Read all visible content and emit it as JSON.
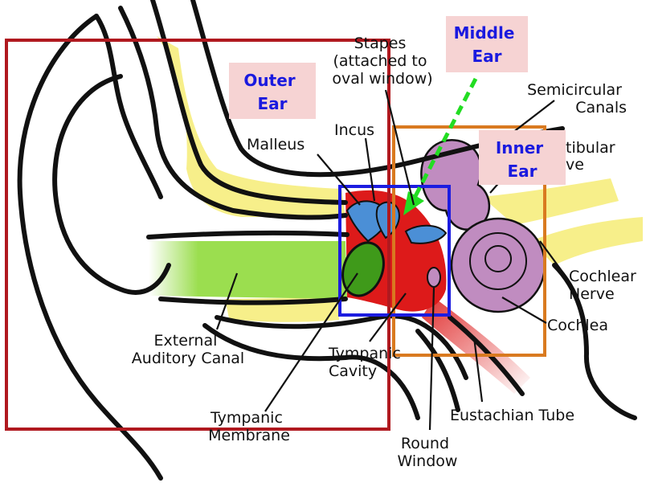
{
  "regions": {
    "outer": {
      "title_lines": [
        "Outer",
        "Ear"
      ],
      "color": "#b0191f"
    },
    "middle": {
      "title_lines": [
        "Middle",
        "Ear"
      ],
      "color": "#1c1ce0"
    },
    "inner": {
      "title_lines": [
        "Inner",
        "Ear"
      ],
      "color": "#d97a20"
    }
  },
  "labels": {
    "stapes": [
      "Stapes",
      "(attached to",
      "oval window)"
    ],
    "incus": "Incus",
    "malleus": "Malleus",
    "semicircular": [
      "Semicircular",
      "Canals"
    ],
    "vestibular": [
      "tibular",
      "ve"
    ],
    "cochlear_nerve": [
      "Cochlear",
      "Nerve"
    ],
    "cochlea": "Cochlea",
    "external_canal": [
      "External",
      "Auditory Canal"
    ],
    "tympanic_cavity": [
      "Tympanic",
      "Cavity"
    ],
    "tympanic_membrane": [
      "Tympanic",
      "Membrane"
    ],
    "eustachian": "Eustachian Tube",
    "round_window": [
      "Round",
      "Window"
    ]
  },
  "colors": {
    "bone": "#f7ef8a",
    "canal": "#9bde4f",
    "membrane": "#3f9a1a",
    "cavity": "#dd1a1a",
    "ossicles": "#4b8fd6",
    "cochlea": "#c08cc0",
    "nerve": "#f7ef8a",
    "label_box": "#f6d3d3",
    "arrow": "#22dd22"
  }
}
